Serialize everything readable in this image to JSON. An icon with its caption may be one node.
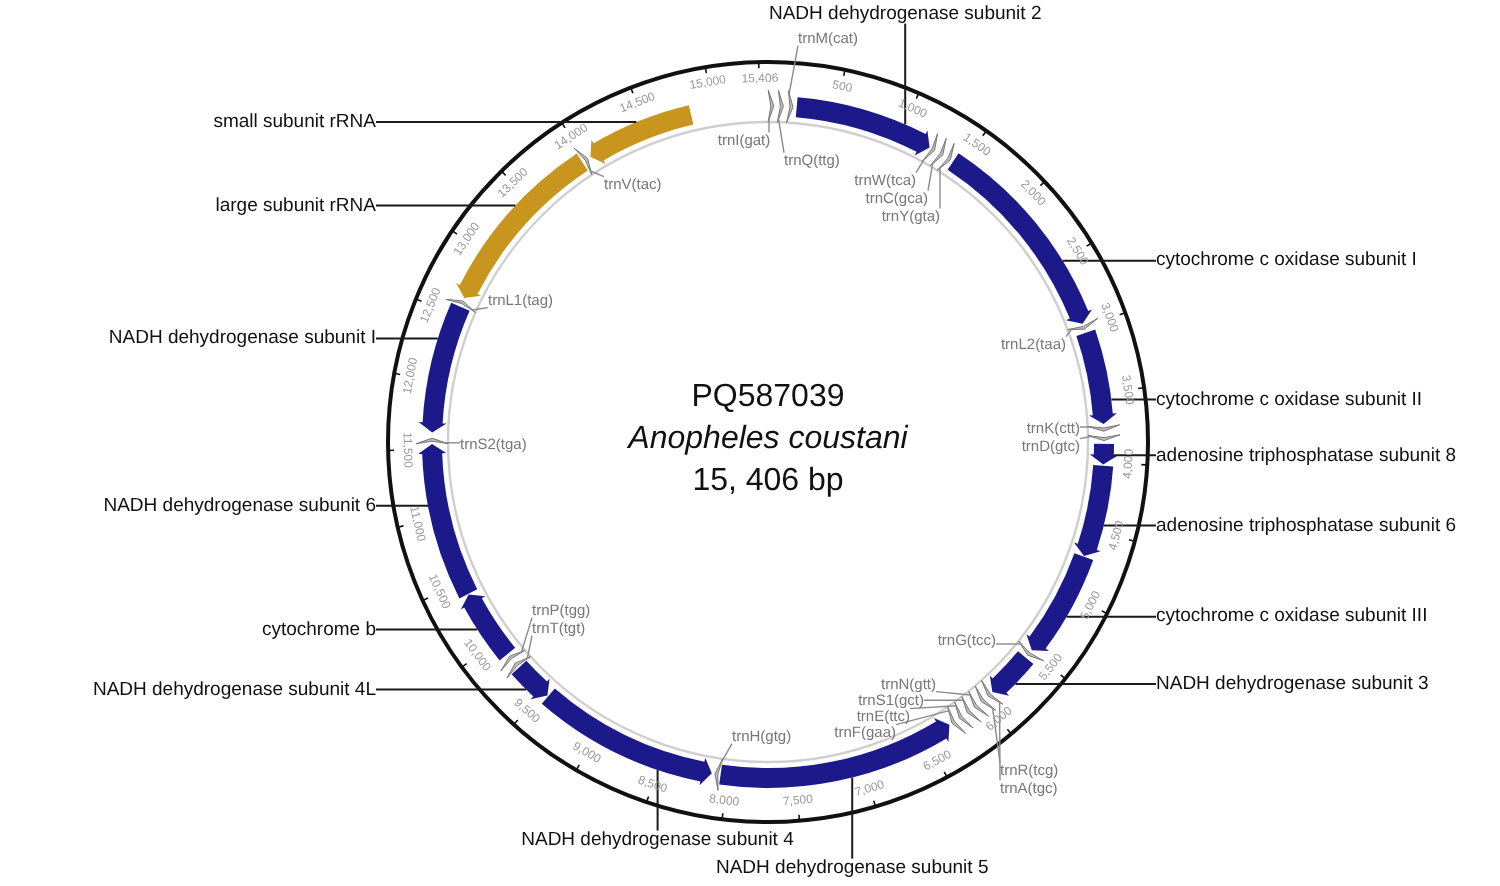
{
  "diagram": {
    "nodes": [
      {
        "text": [
          "NADH dehydrogenase subunit 2"
        ]
      },
      {
        "text": [
          "trnM(cat)"
        ]
      },
      {
        "text": [
          "trnI(gat)"
        ]
      },
      {
        "text": [
          "trnQ(ttg)"
        ]
      },
      {
        "text": [
          "small subunit rRNA"
        ]
      },
      {
        "text": [
          "trnW(tca)"
        ]
      },
      {
        "text": [
          "trnC(gca)"
        ]
      },
      {
        "text": [
          "trnY(gta)"
        ]
      },
      {
        "text": [
          "trnV(tac)"
        ]
      },
      {
        "text": [
          "large subunit rRNA"
        ]
      },
      {
        "text": [
          "cytochrome c oxidase subunit I"
        ]
      },
      {
        "text": [
          "trnL1(tag)"
        ]
      },
      {
        "text": [
          "trnL2(taa)"
        ]
      },
      {
        "text": [
          "NADH dehydrogenase subunit I"
        ]
      },
      {
        "text": [
          "trnS2(tga)"
        ]
      },
      {
        "text": [
          "cytochrome c oxidase subunit II"
        ]
      },
      {
        "text": [
          "trnK(ctt)"
        ]
      },
      {
        "text": [
          "trnD(gtc)"
        ]
      },
      {
        "text": [
          "adenosine triphosphatase subunit 8"
        ]
      },
      {
        "text": [
          "NADH dehydrogenase subunit 6"
        ]
      },
      {
        "text": [
          "adenosine triphosphatase subunit 6"
        ]
      },
      {
        "text": [
          "cytochrome b"
        ]
      },
      {
        "text": [
          "trnP(tgg)"
        ]
      },
      {
        "text": [
          "trnT(tgt)"
        ]
      },
      {
        "text": [
          "cytochrome c oxidase subunit III"
        ]
      },
      {
        "text": [
          "trnG(tcc)"
        ]
      },
      {
        "text": [
          "NADH dehydrogenase subunit 4L"
        ]
      },
      {
        "text": [
          "trnN(gtt)"
        ]
      },
      {
        "text": [
          "trnS1(gct)"
        ]
      },
      {
        "text": [
          "NADH dehydrogenase subunit 3"
        ]
      },
      {
        "text": [
          "trnE(ttc)"
        ]
      },
      {
        "text": [
          "trnF(gaa)"
        ]
      },
      {
        "text": [
          "trnR(tcg)"
        ]
      },
      {
        "text": [
          "trnA(tgc)"
        ]
      },
      {
        "text": [
          "trnH(gtg)"
        ]
      },
      {
        "text": [
          "NADH dehydrogenase subunit 4"
        ]
      },
      {
        "text": [
          "NADH dehydrogenase subunit 5"
        ]
      },
      {
        "text": [],
        "shape": "bar"
      },
      {
        "text": [],
        "shape": "bar"
      },
      {
        "text": [],
        "shape": "bar"
      },
      {
        "text": [],
        "shape": "bar"
      },
      {
        "text": [],
        "shape": "bar"
      },
      {
        "text": [],
        "shape": "bar"
      },
      {
        "text": [],
        "shape": "bar"
      },
      {
        "text": [],
        "shape": "bar"
      },
      {
        "text": [],
        "shape": "bar"
      },
      {
        "text": [],
        "shape": "bar"
      },
      {
        "text": [],
        "shape": "bar"
      },
      {
        "text": [],
        "shape": "bar"
      },
      {
        "text": [],
        "shape": "bar"
      },
      {
        "text": [],
        "shape": "bar"
      },
      {
        "text": [],
        "shape": "bar"
      },
      {
        "text": [],
        "shape": "chevron"
      },
      {
        "text": [],
        "shape": "chevron"
      },
      {
        "text": [],
        "shape": "chevron"
      },
      {
        "text": [],
        "shape": "chevron"
      },
      {
        "text": [],
        "shape": "chevron"
      },
      {
        "text": [],
        "shape": "chevron"
      },
      {
        "text": [],
        "shape": "chevron"
      },
      {
        "text": [],
        "shape": "chevron"
      },
      {
        "text": [],
        "shape": "chevron"
      },
      {
        "text": [],
        "shape": "chevron"
      },
      {
        "text": [],
        "shape": "chevron"
      },
      {
        "text": [],
        "shape": "chevron"
      },
      {
        "text": [],
        "shape": "chevron"
      },
      {
        "text": [],
        "shape": "chevron"
      },
      {
        "text": [],
        "shape": "chevron"
      },
      {
        "text": [],
        "shape": "chevron"
      },
      {
        "text": [],
        "shape": "chevron"
      },
      {
        "text": [],
        "shape": "chevron"
      },
      {
        "text": [],
        "shape": "chevron"
      },
      {
        "text": [],
        "shape": "chevron"
      },
      {
        "text": [],
        "shape": "chevron"
      },
      {
        "text": [],
        "shape": "chevron"
      }
    ],
    "edges": [
      {
        "from": 0,
        "to": 37,
        "arrow": "none",
        "color": "#1a1a1a"
      },
      {
        "from": 1,
        "to": 54,
        "arrow": "none"
      },
      {
        "from": 2,
        "to": 52,
        "arrow": "none"
      },
      {
        "from": 3,
        "to": 53,
        "arrow": "none"
      },
      {
        "from": 4,
        "to": 51,
        "arrow": "none",
        "color": "#1a1a1a"
      },
      {
        "from": 5,
        "to": 55,
        "arrow": "none"
      },
      {
        "from": 6,
        "to": 56,
        "arrow": "none"
      },
      {
        "from": 7,
        "to": 57,
        "arrow": "none"
      },
      {
        "from": 8,
        "to": 73,
        "arrow": "none"
      },
      {
        "from": 9,
        "to": 50,
        "arrow": "none",
        "color": "#1a1a1a"
      },
      {
        "from": 10,
        "to": 38,
        "arrow": "none",
        "color": "#1a1a1a"
      },
      {
        "from": 11,
        "to": 72,
        "arrow": "none"
      },
      {
        "from": 12,
        "to": 58,
        "arrow": "none"
      },
      {
        "from": 13,
        "to": 49,
        "arrow": "none",
        "color": "#1a1a1a"
      },
      {
        "from": 14,
        "to": 71,
        "arrow": "none"
      },
      {
        "from": 15,
        "to": 39,
        "arrow": "none",
        "color": "#1a1a1a"
      },
      {
        "from": 16,
        "to": 59,
        "arrow": "none"
      },
      {
        "from": 17,
        "to": 60,
        "arrow": "none"
      },
      {
        "from": 18,
        "to": 40,
        "arrow": "none",
        "color": "#1a1a1a"
      },
      {
        "from": 19,
        "to": 48,
        "arrow": "none",
        "color": "#1a1a1a"
      },
      {
        "from": 20,
        "to": 41,
        "arrow": "none",
        "color": "#1a1a1a"
      },
      {
        "from": 21,
        "to": 47,
        "arrow": "none",
        "color": "#1a1a1a"
      },
      {
        "from": 22,
        "to": 70,
        "arrow": "none"
      },
      {
        "from": 23,
        "to": 69,
        "arrow": "none"
      },
      {
        "from": 24,
        "to": 42,
        "arrow": "none",
        "color": "#1a1a1a"
      },
      {
        "from": 25,
        "to": 61,
        "arrow": "none"
      },
      {
        "from": 26,
        "to": 46,
        "arrow": "none",
        "color": "#1a1a1a"
      },
      {
        "from": 27,
        "to": 64,
        "arrow": "none"
      },
      {
        "from": 28,
        "to": 65,
        "arrow": "none"
      },
      {
        "from": 29,
        "to": 43,
        "arrow": "none",
        "color": "#1a1a1a"
      },
      {
        "from": 30,
        "to": 66,
        "arrow": "none"
      },
      {
        "from": 31,
        "to": 67,
        "arrow": "none"
      },
      {
        "from": 32,
        "to": 63,
        "arrow": "none"
      },
      {
        "from": 33,
        "to": 62,
        "arrow": "none"
      },
      {
        "from": 34,
        "to": 68,
        "arrow": "none"
      },
      {
        "from": 35,
        "to": 45,
        "arrow": "none",
        "color": "#1a1a1a"
      },
      {
        "from": 36,
        "to": 44,
        "arrow": "none",
        "color": "#1a1a1a"
      }
    ],
    "labels": [
      "PQ587039",
      "Anopheles coustani",
      "15, 406 bp",
      "500",
      "1,000",
      "1,500",
      "2,000",
      "2,500",
      "3,000",
      "3,500",
      "4,000",
      "4,500",
      "5,000",
      "5,500",
      "6,000",
      "6,500",
      "7,000",
      "7,500",
      "8,000",
      "8,500",
      "9,000",
      "9,500",
      "10,000",
      "10,500",
      "11,000",
      "11,500",
      "12,000",
      "12,500",
      "13,000",
      "13,500",
      "14,000",
      "14,500",
      "15,000",
      "15,406"
    ]
  }
}
